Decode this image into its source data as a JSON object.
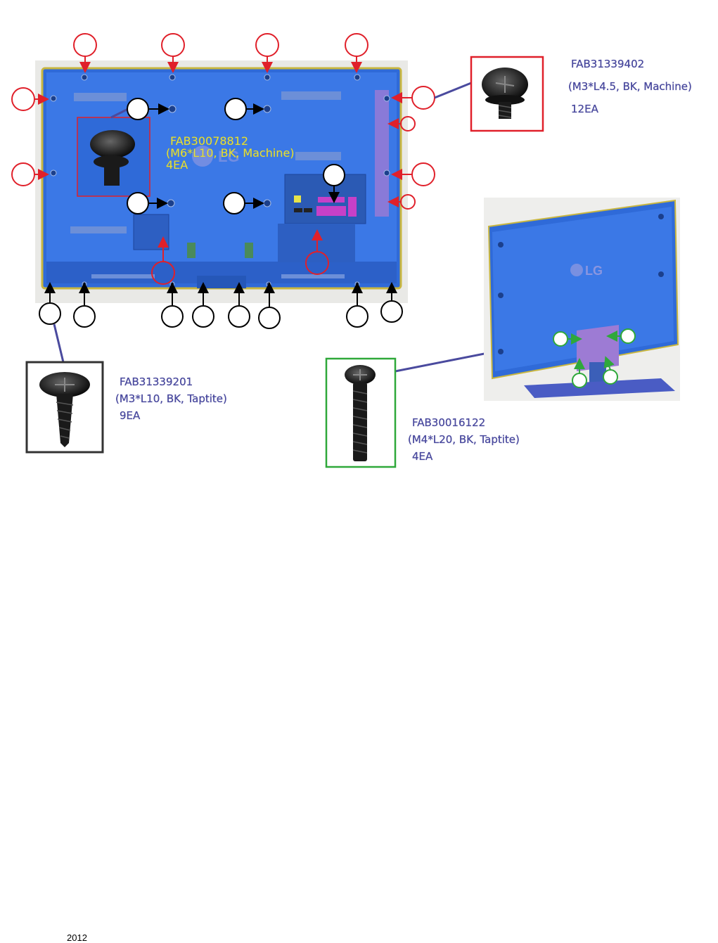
{
  "screws": [
    {
      "part": "FAB31339402",
      "spec": "(M3*L4.5, BK, Machine)",
      "qty": "12EA",
      "color": "#e0202a"
    },
    {
      "part": "FAB30078812",
      "spec": "(M6*L10, BK, Machine)",
      "qty": "4EA",
      "color": "#e0202a"
    },
    {
      "part": "FAB31339201",
      "spec": "(M3*L10, BK, Taptite)",
      "qty": "9EA",
      "color": "#222222"
    },
    {
      "part": "FAB30016122",
      "spec": "(M4*L20, BK, Taptite)",
      "qty": "4EA",
      "color": "#2fa83a"
    }
  ],
  "tv_logo": "LG",
  "footer": {
    "year": "2012"
  }
}
